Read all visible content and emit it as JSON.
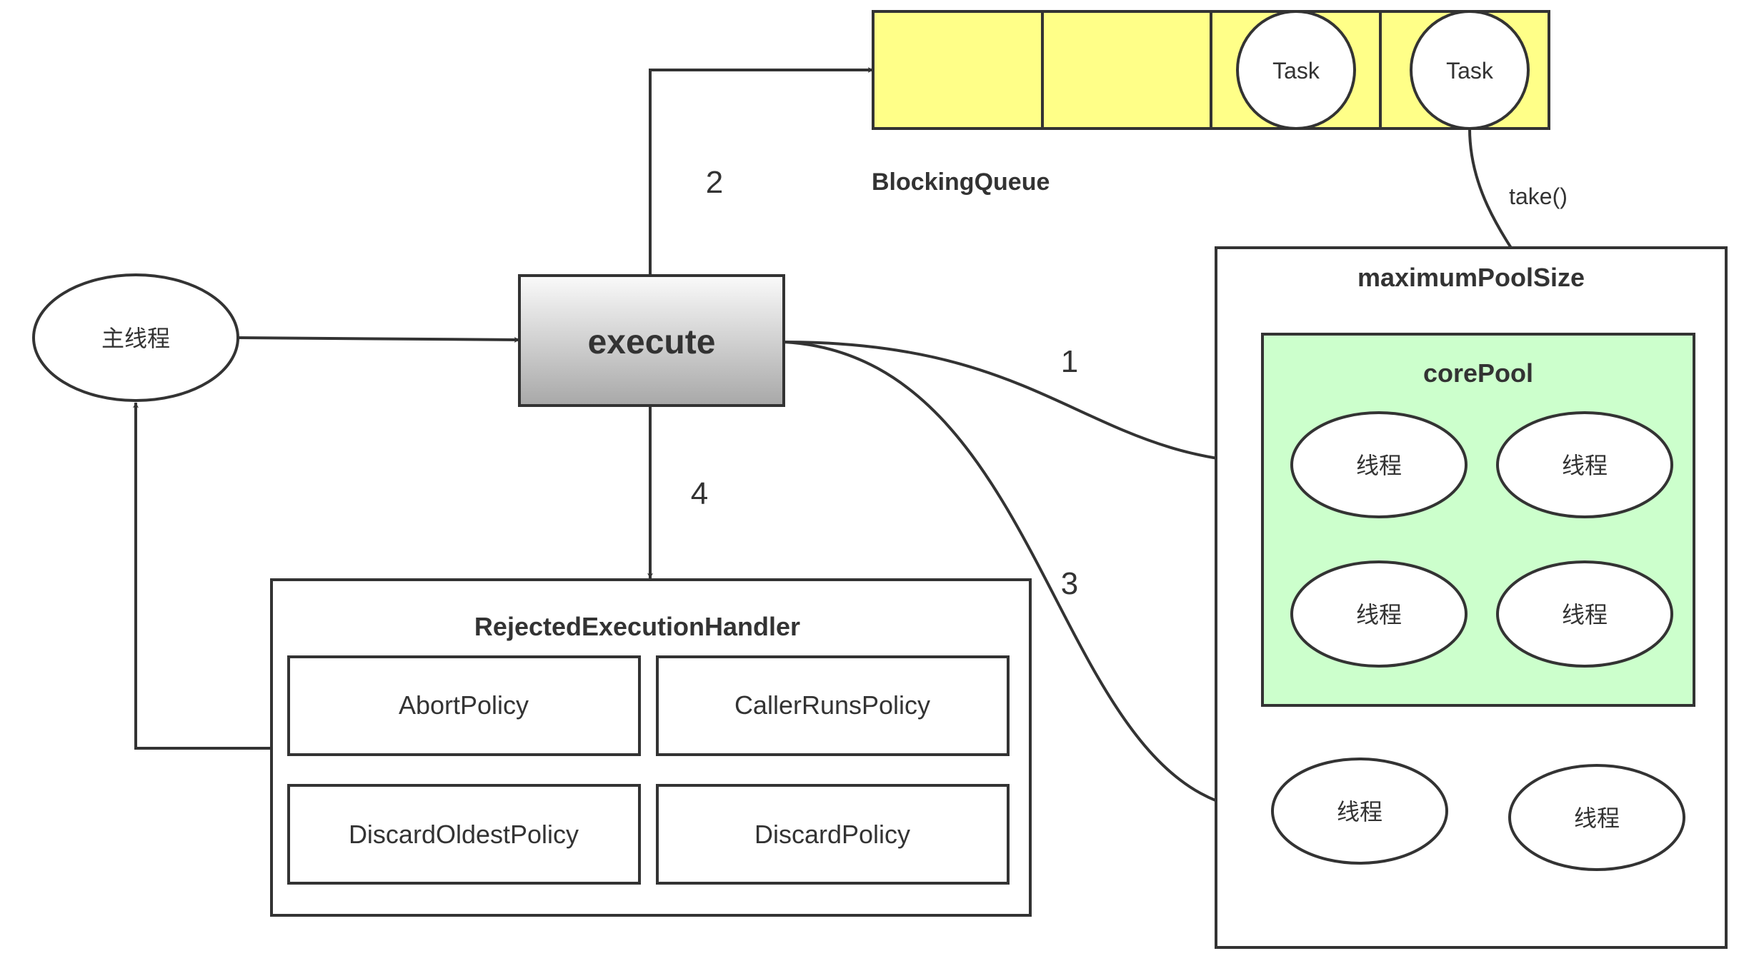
{
  "main_thread": {
    "label": "主线程"
  },
  "execute": {
    "label": "execute"
  },
  "blocking_queue": {
    "title": "BlockingQueue",
    "tasks": [
      "Task",
      "Task"
    ],
    "fill_color": "#ffff88"
  },
  "take_label": "take()",
  "edge_labels": {
    "core": "1",
    "queue": "2",
    "max": "3",
    "reject": "4"
  },
  "max_pool": {
    "title": "maximumPoolSize",
    "extra_threads": [
      "线程",
      "线程"
    ]
  },
  "core_pool": {
    "title": "corePool",
    "threads": [
      "线程",
      "线程",
      "线程",
      "线程"
    ],
    "fill_color": "#ccffcc"
  },
  "handler": {
    "title": "RejectedExecutionHandler",
    "policies": [
      "AbortPolicy",
      "CallerRunsPolicy",
      "DiscardOldestPolicy",
      "DiscardPolicy"
    ]
  }
}
